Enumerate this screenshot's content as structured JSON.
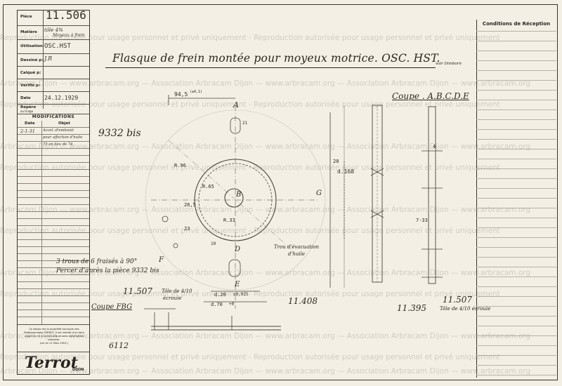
{
  "title_block": {
    "piece_label": "Pièce",
    "piece_value": "11.506",
    "matiere_label": "Matière",
    "matiere_value": "tôle 4%",
    "utilisation_label": "Utilisation",
    "utilisation_value": "OSC.HST",
    "utilisation_note": "Moyeux à frein",
    "dessine_label": "Dessiné p:",
    "dessine_value": "J.R",
    "calque_label": "Calqué p:",
    "calque_value": "",
    "verifie_label": "Vérifié p:",
    "verifie_value": "",
    "date_label": "Date",
    "date_value": "24.12.1929",
    "repere_label": "Repère",
    "repere_sub": "au tirage"
  },
  "modifications": {
    "title": "MODIFICATIONS",
    "date_header": "Date",
    "objet_header": "Objet",
    "entry_date": "2-1-31",
    "entry_line1": "Accel.-d'embouti",
    "entry_line2": "pour affection d'huile",
    "entry_line3": "73 en lieu de 74."
  },
  "legal_text": "Ce dessin est la propriété exclusive des Etablissements TERROT. Il est interdit d'en faire usage ou de le communiquer sans autorisation expresse.",
  "legal_date": "(Loi du 11 Mars 1902.)",
  "logo": {
    "name": "Terrot",
    "city": "DIJON"
  },
  "reception": {
    "title": "Conditions de Réception"
  },
  "drawing": {
    "title": "Flasque de frein montée pour moyeux motrice. OSC. HST.",
    "title_note": "voir Dimborn",
    "ref_9332": "9332 bis",
    "label_a": "A",
    "label_b": "B",
    "label_d": "D",
    "label_e": "E",
    "label_f": "F",
    "label_g": "G",
    "coupe_abcde": "Coupe . A.B.C.D.E",
    "coupe_fbg": "Coupe FBG",
    "dim_945": "94,5",
    "dim_945_tol": "(±0,1)",
    "dim_96": "R.96",
    "dim_r65": "R.65",
    "dim_r33": "R.33",
    "dim_21": "21",
    "dim_265": "26,5",
    "dim_23": "23",
    "dim_20": "20",
    "dim_d168": "d.168",
    "dim_d70": "d.70",
    "dim_d20": "d.20",
    "dim_d20_tol": "±0,025",
    "dim_d70_tol": "+0",
    "dim_733": "7-33",
    "dim_4": "4",
    "dim_10": "10",
    "note_trous": "3 trous de 6 fraisés à 90°",
    "note_percer": "Percer d'après la pièce 9332 bis",
    "note_evac1": "Trou d'évacuation",
    "note_evac2": "d'huile",
    "ref_11507_left": "11.507",
    "ref_tole_left": "Tôle de 4/10",
    "ref_ecrouie_left": "écrouie",
    "ref_11408": "11.408",
    "ref_11395": "11.395",
    "ref_11507_right": "11.507",
    "ref_tole_right": "Tôle de 4/10 écrouie",
    "ref_6112": "6112"
  },
  "watermark": {
    "text_a": "Reproduction autorisée pour usage personnel et privé uniquement - Reproduction autorisée pour usage personnel et privé uniquement",
    "text_b": "Arbracam Dijon — www.arbracam.org — Association Arbracam Dijon — www.arbracam.org — Association Arbracam Dijon — www.arbracam.org"
  }
}
